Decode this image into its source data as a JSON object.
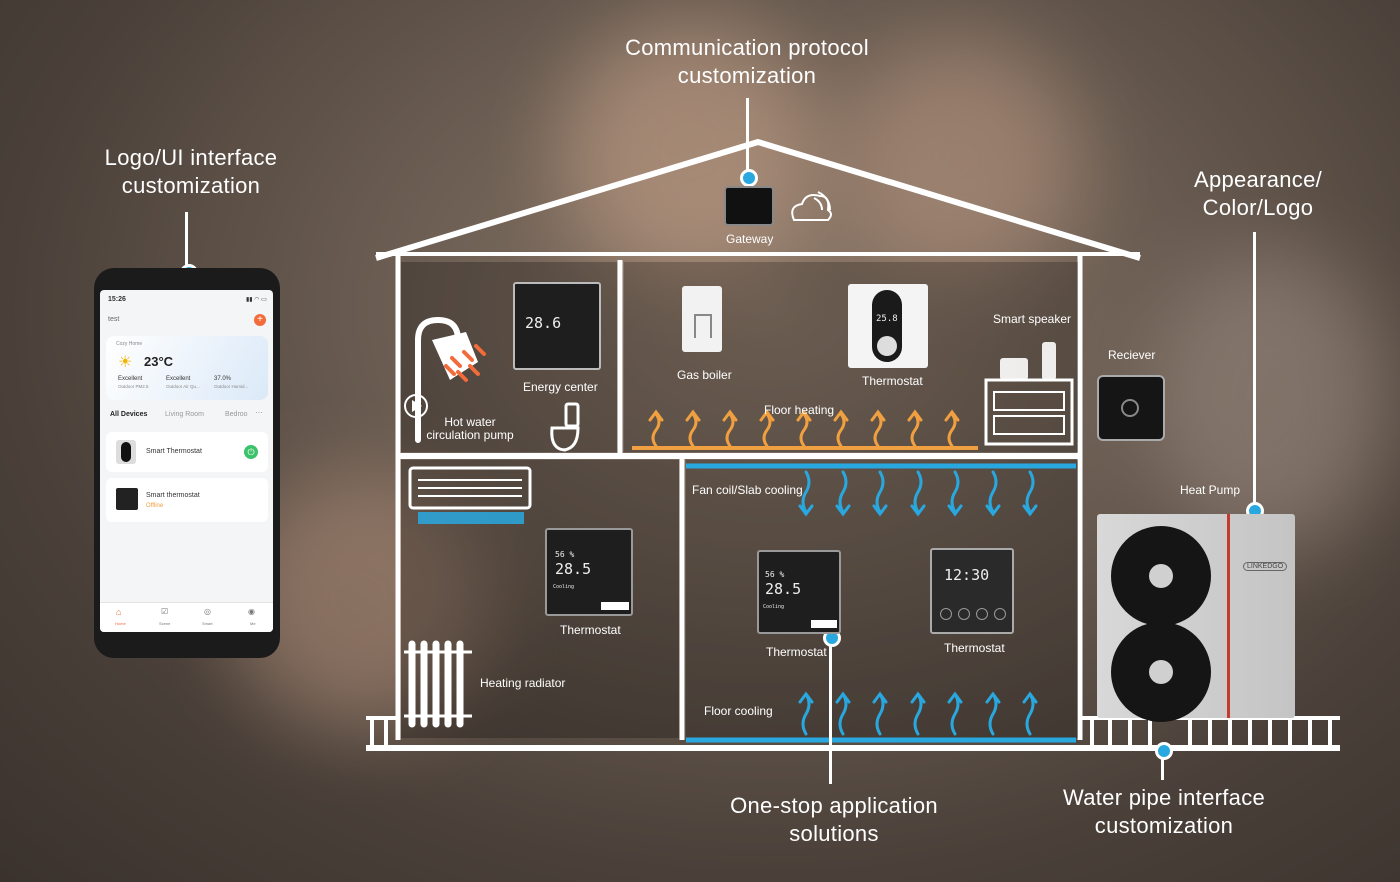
{
  "callouts": {
    "communication": "Communication protocol customization",
    "logo_ui": "Logo/UI interface customization",
    "appearance": "Appearance/ Color/Logo",
    "one_stop": "One-stop application solutions",
    "water_pipe": "Water pipe interface customization"
  },
  "labels": {
    "gateway": "Gateway",
    "energy_center": "Energy center",
    "gas_boiler": "Gas boiler",
    "thermostat_top": "Thermostat",
    "smart_speaker": "Smart speaker",
    "receiver": "Reciever",
    "floor_heating": "Floor heating",
    "hot_water_pump": "Hot water circulation pump",
    "fan_coil": "Fan coil/Slab cooling",
    "heat_pump": "Heat Pump",
    "thermostat_left": "Thermostat",
    "thermostat_mid": "Thermostat",
    "thermostat_right": "Thermostat",
    "heating_radiator": "Heating radiator",
    "floor_cooling": "Floor cooling"
  },
  "phone": {
    "time": "15:26",
    "home_name": "test",
    "weather_title": "Cozy Home",
    "temperature": "23°C",
    "stat1_value": "Excellent",
    "stat1_label": "Outdoor PM2.5",
    "stat2_value": "Excellent",
    "stat2_label": "Outdoor Air Qu...",
    "stat3_value": "37.0%",
    "stat3_label": "Outdoor Humid...",
    "tabs": [
      "All Devices",
      "Living Room",
      "Bedroo"
    ],
    "devices": [
      {
        "name": "Smart Thermostat",
        "status": ""
      },
      {
        "name": "Smart thermostat",
        "status": "Offline"
      }
    ],
    "nav": [
      "Home",
      "Scene",
      "Smart",
      "Me"
    ]
  },
  "displays": {
    "energy_center_temp": "28.6",
    "thermostat_top_temp": "25.8",
    "thermostat_left_temp": "28.5",
    "thermostat_left_hum": "56 %",
    "thermostat_left_mode": "Cooling",
    "thermostat_mid_temp": "28.5",
    "thermostat_mid_hum": "56 %",
    "thermostat_mid_mode": "Cooling",
    "thermostat_right_time": "12:30",
    "brand": "LINKEDGO"
  },
  "colors": {
    "accent": "#29a8e0",
    "heat": "#f0a040",
    "cool": "#29a8e0",
    "alert": "#f26b3a",
    "online": "#3cc26a"
  }
}
